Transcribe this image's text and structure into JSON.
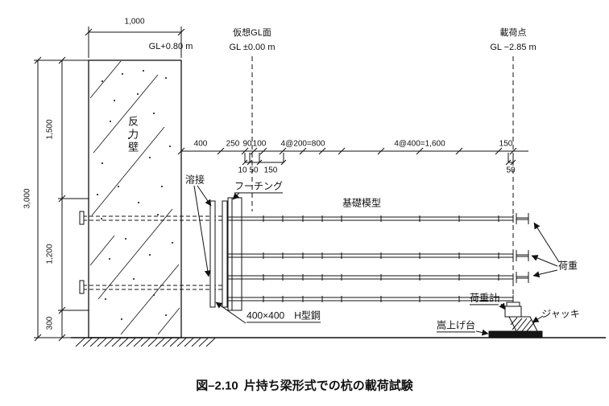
{
  "figure": {
    "caption_no": "図–2.10",
    "caption_title": "片持ち梁形式での杭の載荷試験"
  },
  "levels": {
    "wall_top": "GL+0.80 m",
    "virtual_gl_title": "仮想GL面",
    "virtual_gl_value": "GL ±0.00 m",
    "load_point_title": "載荷点",
    "load_point_value": "GL −2.85 m"
  },
  "vertical_dims": {
    "wall_width": "1,000",
    "upper": "1,500",
    "total": "3,000",
    "middle": "1,200",
    "lower": "300"
  },
  "horizontal_dims": {
    "d400": "400",
    "d250": "250",
    "d90": "90",
    "d100": "100",
    "d800": "4@200=800",
    "d1600": "4@400=1,600",
    "d150": "150",
    "s10": "10",
    "s50": "50",
    "s150": "150",
    "s50r": "50"
  },
  "parts": {
    "reaction_wall": "反力壁",
    "weld": "溶接",
    "footing": "フーチング",
    "foundation_model": "基礎模型",
    "h_beam": "400×400　H型鋼",
    "load": "荷重",
    "load_cell": "荷重計",
    "jack": "ジャッキ",
    "raising_platform": "嵩上げ台"
  }
}
